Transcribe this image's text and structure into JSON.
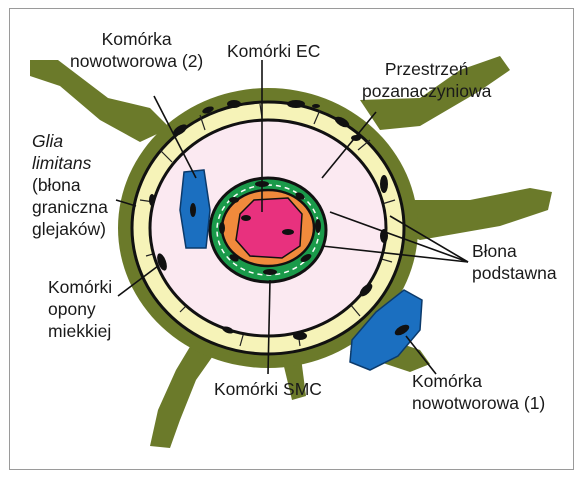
{
  "labels": {
    "tumor_cell_2": [
      "Komórka",
      "nowotworowa (2)"
    ],
    "ec_cells": "Komórki EC",
    "perivascular_space": [
      "Przestrzeń",
      "pozanaczyniowa"
    ],
    "glia_limitans_title": [
      "Glia",
      "limitans"
    ],
    "glia_limitans_desc": [
      "(błona",
      "graniczna",
      "glejaków)"
    ],
    "basement_membrane": [
      "Błona",
      "podstawna"
    ],
    "pia_mater_cells": [
      "Komórki",
      "opony",
      "miekkiej"
    ],
    "smc_cells": "Komórki SMC",
    "tumor_cell_1": [
      "Komórka",
      "nowotworowa (1)"
    ]
  },
  "colors": {
    "glia": "#6b7a2a",
    "pia_layer": "#f6f3b8",
    "perivascular_fill": "#fbe9f1",
    "smc_ring": "#1a9a4a",
    "basement_ring": "#f08a3c",
    "lumen": "#e8317e",
    "tumor": "#1b6fc0",
    "nucleus": "#111111"
  }
}
